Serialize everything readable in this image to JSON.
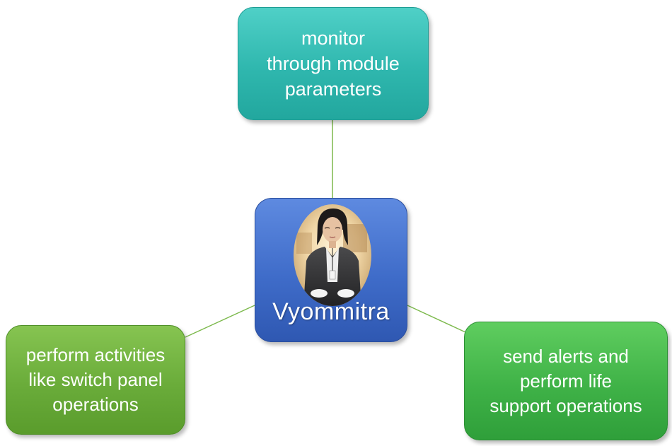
{
  "center": {
    "label": "Vyommitra",
    "image": "humanoid-robot-portrait"
  },
  "nodes": {
    "top": {
      "text": "monitor\nthrough module\nparameters"
    },
    "left": {
      "text": "perform activities\nlike switch panel\noperations"
    },
    "right": {
      "text": "send alerts and\nperform life\nsupport operations"
    }
  },
  "colors": {
    "top": "#2fb7ae",
    "left": "#6aac3a",
    "right": "#3fb247",
    "center": "#3f6cc9",
    "connector": "#7cb94c"
  }
}
